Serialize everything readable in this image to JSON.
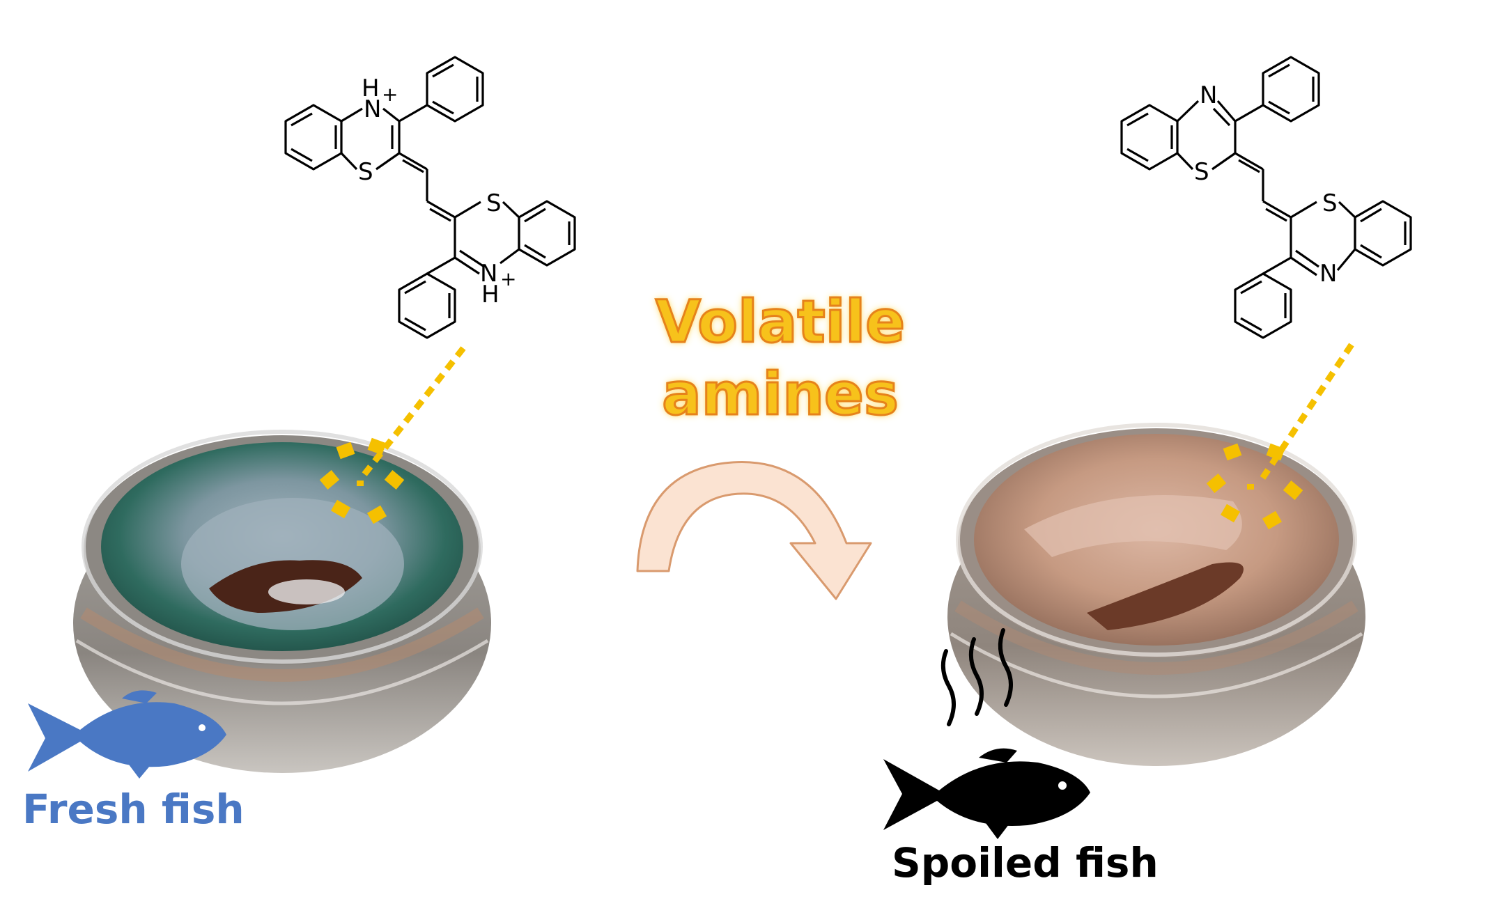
{
  "left_molecule": {
    "atoms": {
      "n_top": "N",
      "h_top": "H",
      "s_top": "S",
      "s_bottom": "S",
      "n_bottom": "N",
      "h_bottom": "H",
      "plus": "+"
    }
  },
  "right_molecule": {
    "atoms": {
      "n_top": "N",
      "s_top": "S",
      "s_bottom": "S",
      "n_bottom": "N"
    }
  },
  "center": {
    "reagent_line1": "Volatile",
    "reagent_line2": "amines"
  },
  "labels": {
    "fresh": "Fresh fish",
    "spoiled": "Spoiled fish"
  },
  "colors": {
    "fresh_fish": "#4a78c4",
    "spoiled_fish": "#000000",
    "highlight_dots": "#f5c000",
    "arrow_fill": "#fbe3d2",
    "arrow_stroke": "#d99a6e",
    "fresh_film": "#2f6b5f",
    "spoiled_film": "#b88a70"
  },
  "icons": {
    "left_fish": "fish-icon",
    "right_fish": "fish-icon",
    "odor": "odor-lines-icon",
    "curved_arrow": "curved-arrow-icon"
  }
}
